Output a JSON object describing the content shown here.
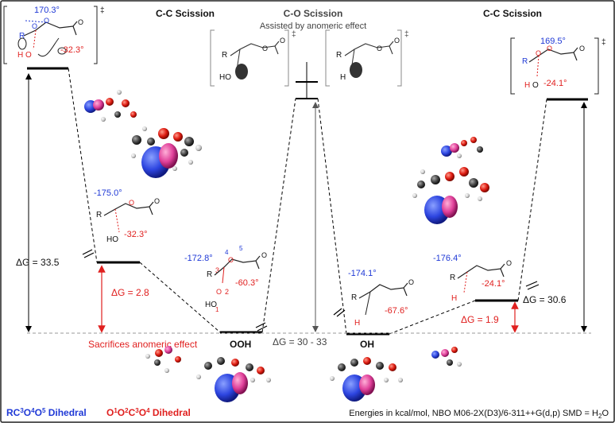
{
  "headers": {
    "left_cc": "C-C Scission",
    "right_cc": "C-C Scission",
    "co": "C-O Scission",
    "co_sub": "Assisted by anomeric effect"
  },
  "ts_marker": "‡",
  "ts_left": {
    "blue_angle": "170.3°",
    "red_angle": "-32.3°",
    "r": "R",
    "o1": "O",
    "o2": "O",
    "o3": "O",
    "h": "H"
  },
  "ts_right": {
    "blue_angle": "169.5°",
    "red_angle": "-24.1°",
    "r": "R",
    "o1": "O",
    "o2": "O",
    "o3": "O",
    "h": "H"
  },
  "co_left": {
    "r": "R",
    "ho": "HO",
    "o1": "O",
    "o2": "O"
  },
  "co_right": {
    "r": "R",
    "h": "H",
    "o1": "O",
    "o2": "O"
  },
  "int_left": {
    "blue_angle": "-175.0°",
    "red_angle": "-32.3°",
    "r": "R",
    "ho": "HO",
    "o1": "O",
    "o2": "O"
  },
  "ooh": {
    "blue_angle": "-172.8°",
    "red_angle": "-60.3°",
    "n4": "4",
    "n5": "5",
    "n3": "3",
    "n2": "2",
    "n1": "1",
    "ho": "HO",
    "o1": "O",
    "o2": "O",
    "o3": "O",
    "r": "R",
    "label": "OOH"
  },
  "oh": {
    "blue_angle": "-174.1°",
    "red_angle": "-67.6°",
    "r": "R",
    "h": "H",
    "o": "O",
    "label": "OH"
  },
  "int_right": {
    "blue_angle": "-176.4°",
    "red_angle": "-24.1°",
    "r": "R",
    "h": "H",
    "o": "O"
  },
  "energies": {
    "dg_left": "ΔG = 33.5",
    "dg_right": "ΔG = 30.6",
    "dg_mid": "ΔG = 30 - 33",
    "dg_left_small": "ΔG = 2.8",
    "dg_right_small": "ΔG = 1.9"
  },
  "sacrifice": "Sacrifices anomeric effect",
  "legend": {
    "blue_prefix": "RC",
    "blue_s1": "3",
    "blue_m1": "O",
    "blue_s2": "4",
    "blue_m2": "O",
    "blue_s3": "5",
    "blue_suffix": " Dihedral",
    "red_prefix": "O",
    "red_s1": "1",
    "red_m1": "O",
    "red_s2": "2",
    "red_m2": "C",
    "red_s3": "3",
    "red_m3": "O",
    "red_s4": "4",
    "red_suffix": " Dihedral"
  },
  "footer": "Energies in kcal/mol, NBO M06-2X(D3)/6-311++G(d,p) SMD = H",
  "footer_sub": "2",
  "footer_end": "O",
  "colors": {
    "blue": "#1f39d6",
    "red": "#e0201f",
    "pink": "#e8409a",
    "bar": "#000000"
  }
}
